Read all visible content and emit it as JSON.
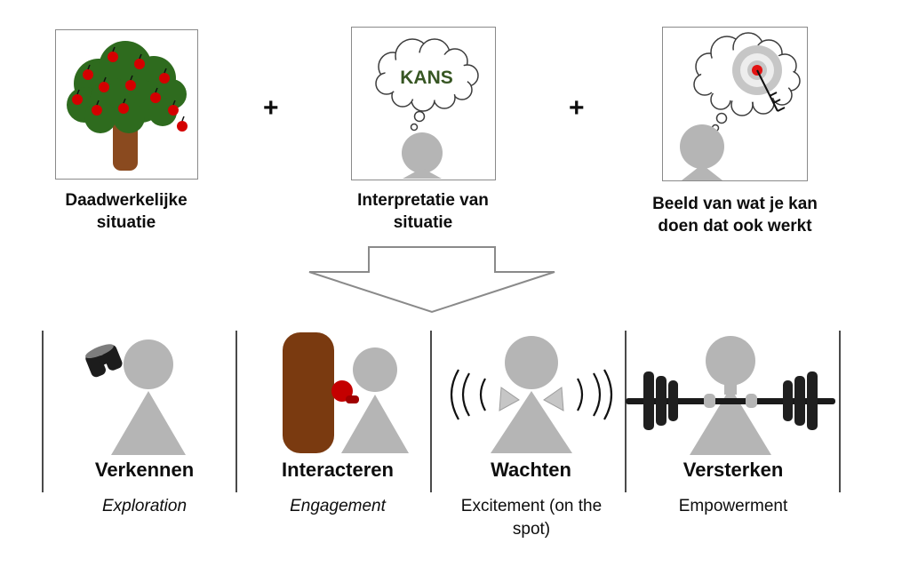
{
  "colors": {
    "person_gray": "#b5b5b5",
    "hand_gray": "#c6c6c6",
    "foliage_green": "#2e6b1e",
    "trunk_brown": "#8a4a1f",
    "apple_red": "#d40000",
    "kans_green": "#375623",
    "bag_brown": "#7a3a10",
    "glove_red": "#c40000",
    "barbell_black": "#1f1f1f",
    "target_red": "#e31212",
    "cloud_stroke": "#3c3c3c",
    "box_border": "#8a8a8a"
  },
  "top": {
    "plus": "+",
    "boxes": [
      {
        "icon": "apple-tree-icon",
        "label": "Daadwerkelijke situatie"
      },
      {
        "icon": "thought-cloud-kans-icon",
        "cloud_text": "KANS",
        "label": "Interpretatie van situatie"
      },
      {
        "icon": "thought-cloud-target-icon",
        "label": "Beeld van wat je kan doen dat ook werkt"
      }
    ]
  },
  "arrow": {
    "icon": "block-arrow-down-icon"
  },
  "bottom": {
    "columns": [
      {
        "icon": "binoculars-person-icon",
        "title": "Verkennen",
        "subtitle": "Exploration"
      },
      {
        "icon": "punching-bag-person-icon",
        "title": "Interacteren",
        "subtitle": "Engagement"
      },
      {
        "icon": "shaking-person-icon",
        "title": "Wachten",
        "subtitle": "Excitement (on the spot)"
      },
      {
        "icon": "barbell-person-icon",
        "title": "Versterken",
        "subtitle": "Empowerment"
      }
    ]
  }
}
